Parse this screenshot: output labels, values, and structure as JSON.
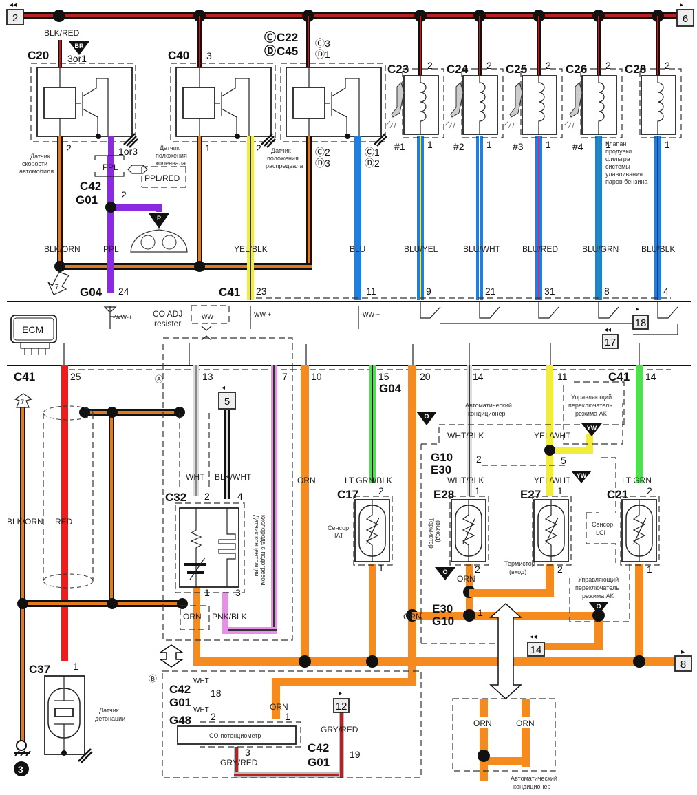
{
  "diagram": {
    "top_bus": {
      "wire": "BLK/RED",
      "ref_left": "2",
      "ref_right": "6"
    },
    "components_top": [
      {
        "id": "C20",
        "pin_top": "3or1",
        "pin_bottom": "2",
        "pin_ground": "1or3",
        "badge": "BR",
        "desc": [
          "Датчик",
          "скорости",
          "автомобиля"
        ]
      },
      {
        "id": "C40",
        "pin_top": "3",
        "pin_bottom": "1",
        "pin_ground": "2",
        "desc": [
          "Датчик",
          "положения",
          "коленвала"
        ]
      },
      {
        "id_c": "C22",
        "id_d": "C45",
        "circle_c": "Ⓒ",
        "circle_d": "Ⓓ",
        "pin_top_c": "Ⓒ3",
        "pin_top_d": "Ⓓ1",
        "pin_bottom_c": "Ⓒ2",
        "pin_bottom_d": "Ⓓ3",
        "pin_ground_c": "Ⓒ1",
        "pin_ground_d": "Ⓓ2",
        "desc": [
          "Датчик",
          "положения",
          "распредвала"
        ]
      }
    ],
    "injectors": [
      {
        "id": "C23",
        "pin_top": "2",
        "pin_bottom": "1",
        "num": "#1",
        "wire": "BLU/YEL",
        "ecm_pin": "9"
      },
      {
        "id": "C24",
        "pin_top": "2",
        "pin_bottom": "1",
        "num": "#2",
        "wire": "BLU/WHT",
        "ecm_pin": "21"
      },
      {
        "id": "C25",
        "pin_top": "2",
        "pin_bottom": "1",
        "num": "#3",
        "wire": "BLU/RED",
        "ecm_pin": "31"
      },
      {
        "id": "C26",
        "pin_top": "2",
        "pin_bottom": "1",
        "num": "#4",
        "wire": "BLU/GRN",
        "ecm_pin": "8"
      },
      {
        "id": "C28",
        "pin_top": "2",
        "pin_bottom": "1",
        "num": "",
        "wire": "BLU/BLK",
        "ecm_pin": "4",
        "desc": [
          "Клапан",
          "продувки",
          "фильтра",
          "системы",
          "улавливания",
          "паров бензина"
        ]
      }
    ],
    "upper_wires": {
      "ppl_box": "PPL",
      "ppl_red_box": "PPL/RED",
      "c42": "C42",
      "g01": "G01",
      "c42_pin": "2",
      "p_badge": "P",
      "blk_orn": "BLK/ORN",
      "ppl": "PPL",
      "yel_blk": "YEL/BLK",
      "blu": "BLU",
      "ref7": "7",
      "g04": "G04",
      "g04_pin": "24",
      "c41": "C41",
      "c41_pin_23": "23",
      "c41_pin_11": "11"
    },
    "ecm": {
      "label": "ECM",
      "co_adj": [
        "CO ADJ",
        "resister"
      ],
      "ref17": "17",
      "ref18": "18"
    },
    "lower": {
      "c41_left": "C41",
      "pin25": "25",
      "circle_a": "Ⓐ",
      "pin13": "13",
      "pin7": "7",
      "pin10": "10",
      "pin15": "15",
      "pin20": "20",
      "pin14": "14",
      "pin11": "11",
      "g04": "G04",
      "c41_right": "C41",
      "pin14_right": "14",
      "ref5": "5",
      "ref7": "7",
      "blk_orn": "BLK/ORN",
      "red": "RED",
      "wht": "WHT",
      "blk_wht": "BLK/WHT",
      "c32": "C32",
      "c32_pin2": "2",
      "c32_pin4": "4",
      "c32_pin1": "1",
      "c32_pin3": "3",
      "c32_desc": [
        "Датчик концентрации",
        "кислорода с подогревом"
      ],
      "orn_small": "ORN",
      "pnk_blk": "PNK/BLK",
      "orn_10": "ORN",
      "lt_grn_blk": "LT GRN/BLK",
      "c17": "C17",
      "c17_pin2": "2",
      "c17_pin1": "1",
      "c17_desc": [
        "Сенсор",
        "IAT"
      ],
      "ac_label": [
        "Автоматический",
        "кондиционер"
      ],
      "ac_switch": [
        "Управляющий",
        "переключатель",
        "режима АК"
      ],
      "o_badge": "O",
      "yw_badge": "YW",
      "wht_blk": "WHT/BLK",
      "yel_wht": "YEL/WHT",
      "g10": "G10",
      "e30": "E30",
      "g10_pin": "2",
      "e30_pin5": "5",
      "e28": "E28",
      "e28_pin1": "1",
      "e28_pin2": "2",
      "e28_desc": [
        "Термистор",
        "(выход)"
      ],
      "e27": "E27",
      "e27_pin1": "1",
      "e27_pin2": "2",
      "e27_desc": [
        "Термистор",
        "(вход)"
      ],
      "lt_grn": "LT GRN",
      "c21": "C21",
      "c21_pin2": "2",
      "c21_pin1": "1",
      "c21_desc": [
        "Сенсор",
        "LCI"
      ],
      "orn_e28": "ORN",
      "e30_g10_pin": "1",
      "orn_20": "ORN",
      "ref14": "14",
      "ref8": "8",
      "c37": "C37",
      "c37_pin": "1",
      "c37_desc": [
        "Датчик",
        "детонации"
      ],
      "ground": "3",
      "circle_b": "Ⓑ",
      "b_c42": "C42",
      "b_g01": "G01",
      "b_pin18": "18",
      "b_wht1": "WHT",
      "b_wht2": "WHT",
      "g48": "G48",
      "g48_pin2": "2",
      "g48_pin1": "1",
      "g48_pin3": "3",
      "orn_pot": "ORN",
      "potentiometer": "CO-потенциометр",
      "gry_red_1": "GRY/RED",
      "gry_red_2": "GRY/RED",
      "ref12": "12",
      "b_c42_2": "C42",
      "b_g01_2": "G01",
      "b_pin19": "19",
      "ac_orn1": "ORN",
      "ac_orn2": "ORN",
      "ac_box_label": [
        "Автоматический",
        "кондиционер"
      ]
    },
    "colors": {
      "blk_red": "#8b1a1a",
      "blk_orn": "#e07b20",
      "ppl": "#8a2be2",
      "yel": "#f2ec3a",
      "blu": "#1e7fe0",
      "orn": "#f58a1f",
      "red": "#ee1c1c",
      "green": "#4ee04e",
      "pink": "#e890e8",
      "gray": "#b0b0b0"
    }
  }
}
